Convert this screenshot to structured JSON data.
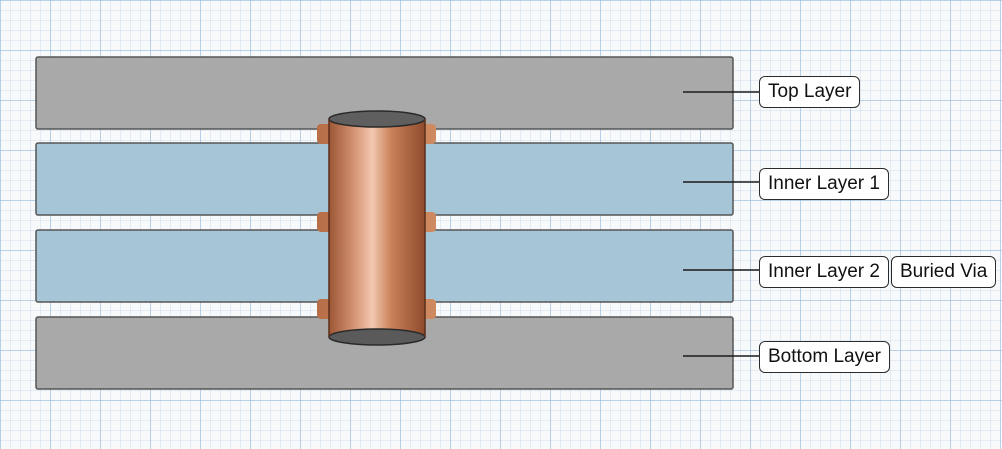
{
  "labels": {
    "top_layer": "Top Layer",
    "inner_layer_1": "Inner Layer 1",
    "inner_layer_2": "Inner Layer 2",
    "buried_via": "Buried Via",
    "bottom_layer": "Bottom Layer"
  },
  "colors": {
    "outer_layer": "#a9a9a9",
    "inner_layer": "#a6c6d8",
    "copper": "#c0794f",
    "leader_line": "#1a1a1a"
  }
}
